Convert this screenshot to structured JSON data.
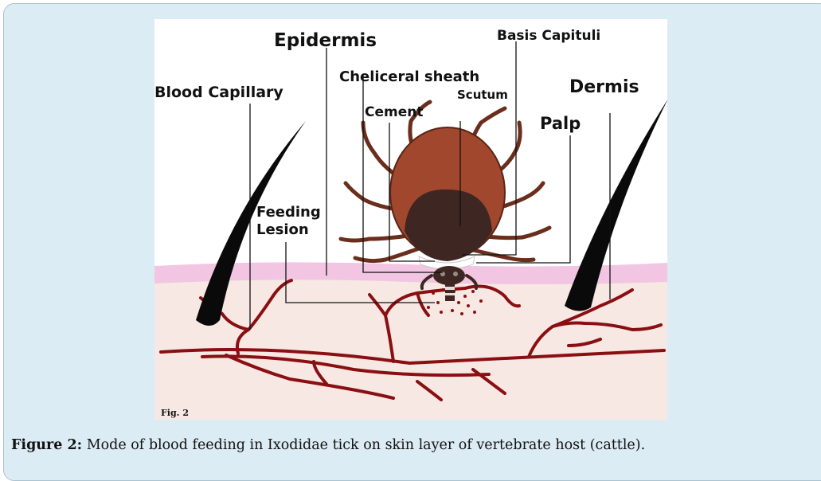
{
  "labels": {
    "epidermis": "Epidermis",
    "basis_capituli": "Basis Capituli",
    "cheliceral_sheath": "Cheliceral sheath",
    "blood_capillary": "Blood Capillary",
    "dermis": "Dermis",
    "cement": "Cement",
    "scutum": "Scutum",
    "palp": "Palp",
    "feeding": "Feeding",
    "lesion": "Lesion"
  },
  "figure_tag": "Fig. 2",
  "caption": {
    "prefix": "Figure 2:",
    "text": " Mode of blood feeding in Ixodidae tick on skin layer of vertebrate host (cattle)."
  },
  "colors": {
    "panel_bg": "#dcecf4",
    "epidermis": "#f2c6e2",
    "dermis": "#f7e8e4",
    "vessel": "#8a0f12",
    "tick_body": "#a0472d",
    "scutum": "#3e2622",
    "hair": "#0a0a0a"
  }
}
